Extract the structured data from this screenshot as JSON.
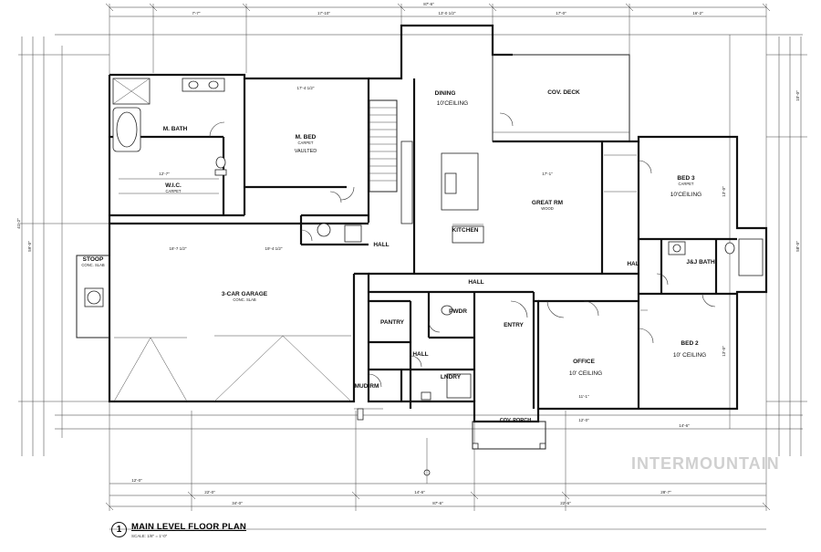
{
  "plan": {
    "title": "MAIN LEVEL FLOOR PLAN",
    "scale": "SCALE: 1/8\" = 1'-0\"",
    "number": "1",
    "watermark": "INTERMOUNTAIN",
    "rooms": {
      "m_bath": "M. BATH",
      "m_bed": "M. BED",
      "m_bed_note": "CARPET",
      "vaulted": "VAULTED",
      "wic": "W.I.C.",
      "wic_note": "CARPET",
      "dining": "DINING",
      "dining_ceiling": "10'CEILING",
      "cov_deck": "COV. DECK",
      "great_rm": "GREAT RM",
      "great_rm_note": "WOOD",
      "kitchen": "KITCHEN",
      "bed3": "BED 3",
      "bed3_note": "CARPET",
      "bed3_ceiling": "10'CEILING",
      "jj_bath": "J&J BATH",
      "hall_center": "HALL",
      "hall_mid": "HALL",
      "hall_right": "HAL",
      "hall_pantry": "HALL",
      "stoop": "STOOP",
      "stoop_note": "CONC. SLAB",
      "garage": "3-CAR GARAGE",
      "garage_note": "CONC. SLAB",
      "pantry": "PANTRY",
      "pwdr": "PWDR",
      "entry": "ENTRY",
      "office": "OFFICE",
      "office_ceiling": "10' CEILING",
      "bed2": "BED 2",
      "bed2_ceiling": "10' CEILING",
      "mud_rm": "MUD RM",
      "lndry": "LNDRY",
      "cov_porch": "COV. PORCH"
    },
    "dims": {
      "overall_top": "87'-6\"",
      "overall_bottom": "87'-6\"",
      "top_1": "7'-7\"",
      "top_2": "17'-10\"",
      "top_3": "13'-0 1/2\"",
      "top_4": "17'-0\"",
      "top_5": "16'-2\"",
      "bot_1": "12'-0\"",
      "bot_2": "22'-0\"",
      "bot_3": "34'-0\"",
      "bot_4": "14'-6\"",
      "bot_5": "22'-6\"",
      "bot_6": "28'-7\"",
      "left_1": "41'-2\"",
      "left_2": "59'-0\"",
      "right_1": "58'-0\"",
      "right_2": "10'-0\"",
      "garage_w": "18'-7 1/2\"",
      "garage_w2": "19'-4 1/2\"",
      "great_w": "17'-1\"",
      "bed3_d": "13'-0\"",
      "bed2_d": "13'-0\"",
      "mbed_w": "17'-4 1/2\"",
      "wic_w": "12'-7\"",
      "office_w": "11'-1\"",
      "dim_14_6": "14'-6\"",
      "dim_12_0": "12'-0\""
    }
  }
}
